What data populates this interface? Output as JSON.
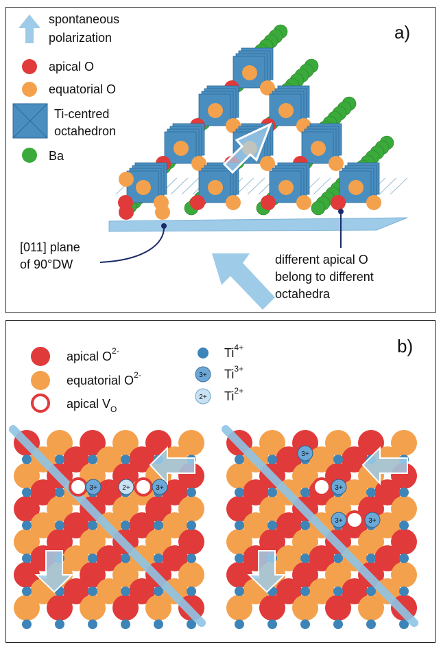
{
  "panel_a": {
    "letter": "a)",
    "legend": {
      "polarization_line1": "spontaneous",
      "polarization_line2": "polarization",
      "apical": "apical O",
      "equatorial": "equatorial O",
      "octahedron_line1": "Ti-centred",
      "octahedron_line2": "octahedron",
      "ba": "Ba"
    },
    "plane_label_line1": "[011] plane",
    "plane_label_line2": "of 90°DW",
    "apical_note_line1": "different apical O",
    "apical_note_line2": "belong to different",
    "apical_note_line3": "octahedra"
  },
  "panel_b": {
    "letter": "b)",
    "legend": {
      "apical_o": "apical O",
      "apical_o_charge": "2-",
      "equatorial_o": "equatorial O",
      "equatorial_o_charge": "2-",
      "apical_vo": "apical V",
      "apical_vo_sub": "O",
      "ti": "Ti",
      "ti4_charge": "4+",
      "ti3_badge": "3+",
      "ti3_charge": "3+",
      "ti2_badge": "2+",
      "ti2_charge": "2+"
    },
    "badge_3": "3+",
    "badge_2": "2+"
  },
  "colors": {
    "apical_red": "#e03a3a",
    "equatorial_orange": "#f4a14e",
    "ba_green": "#3aaa3a",
    "octa_blue": "#4a8ec0",
    "ti_blue": "#3d85b8",
    "wall_blue": "#8ec4e6",
    "arrow_blue": "#9dcbe8"
  }
}
